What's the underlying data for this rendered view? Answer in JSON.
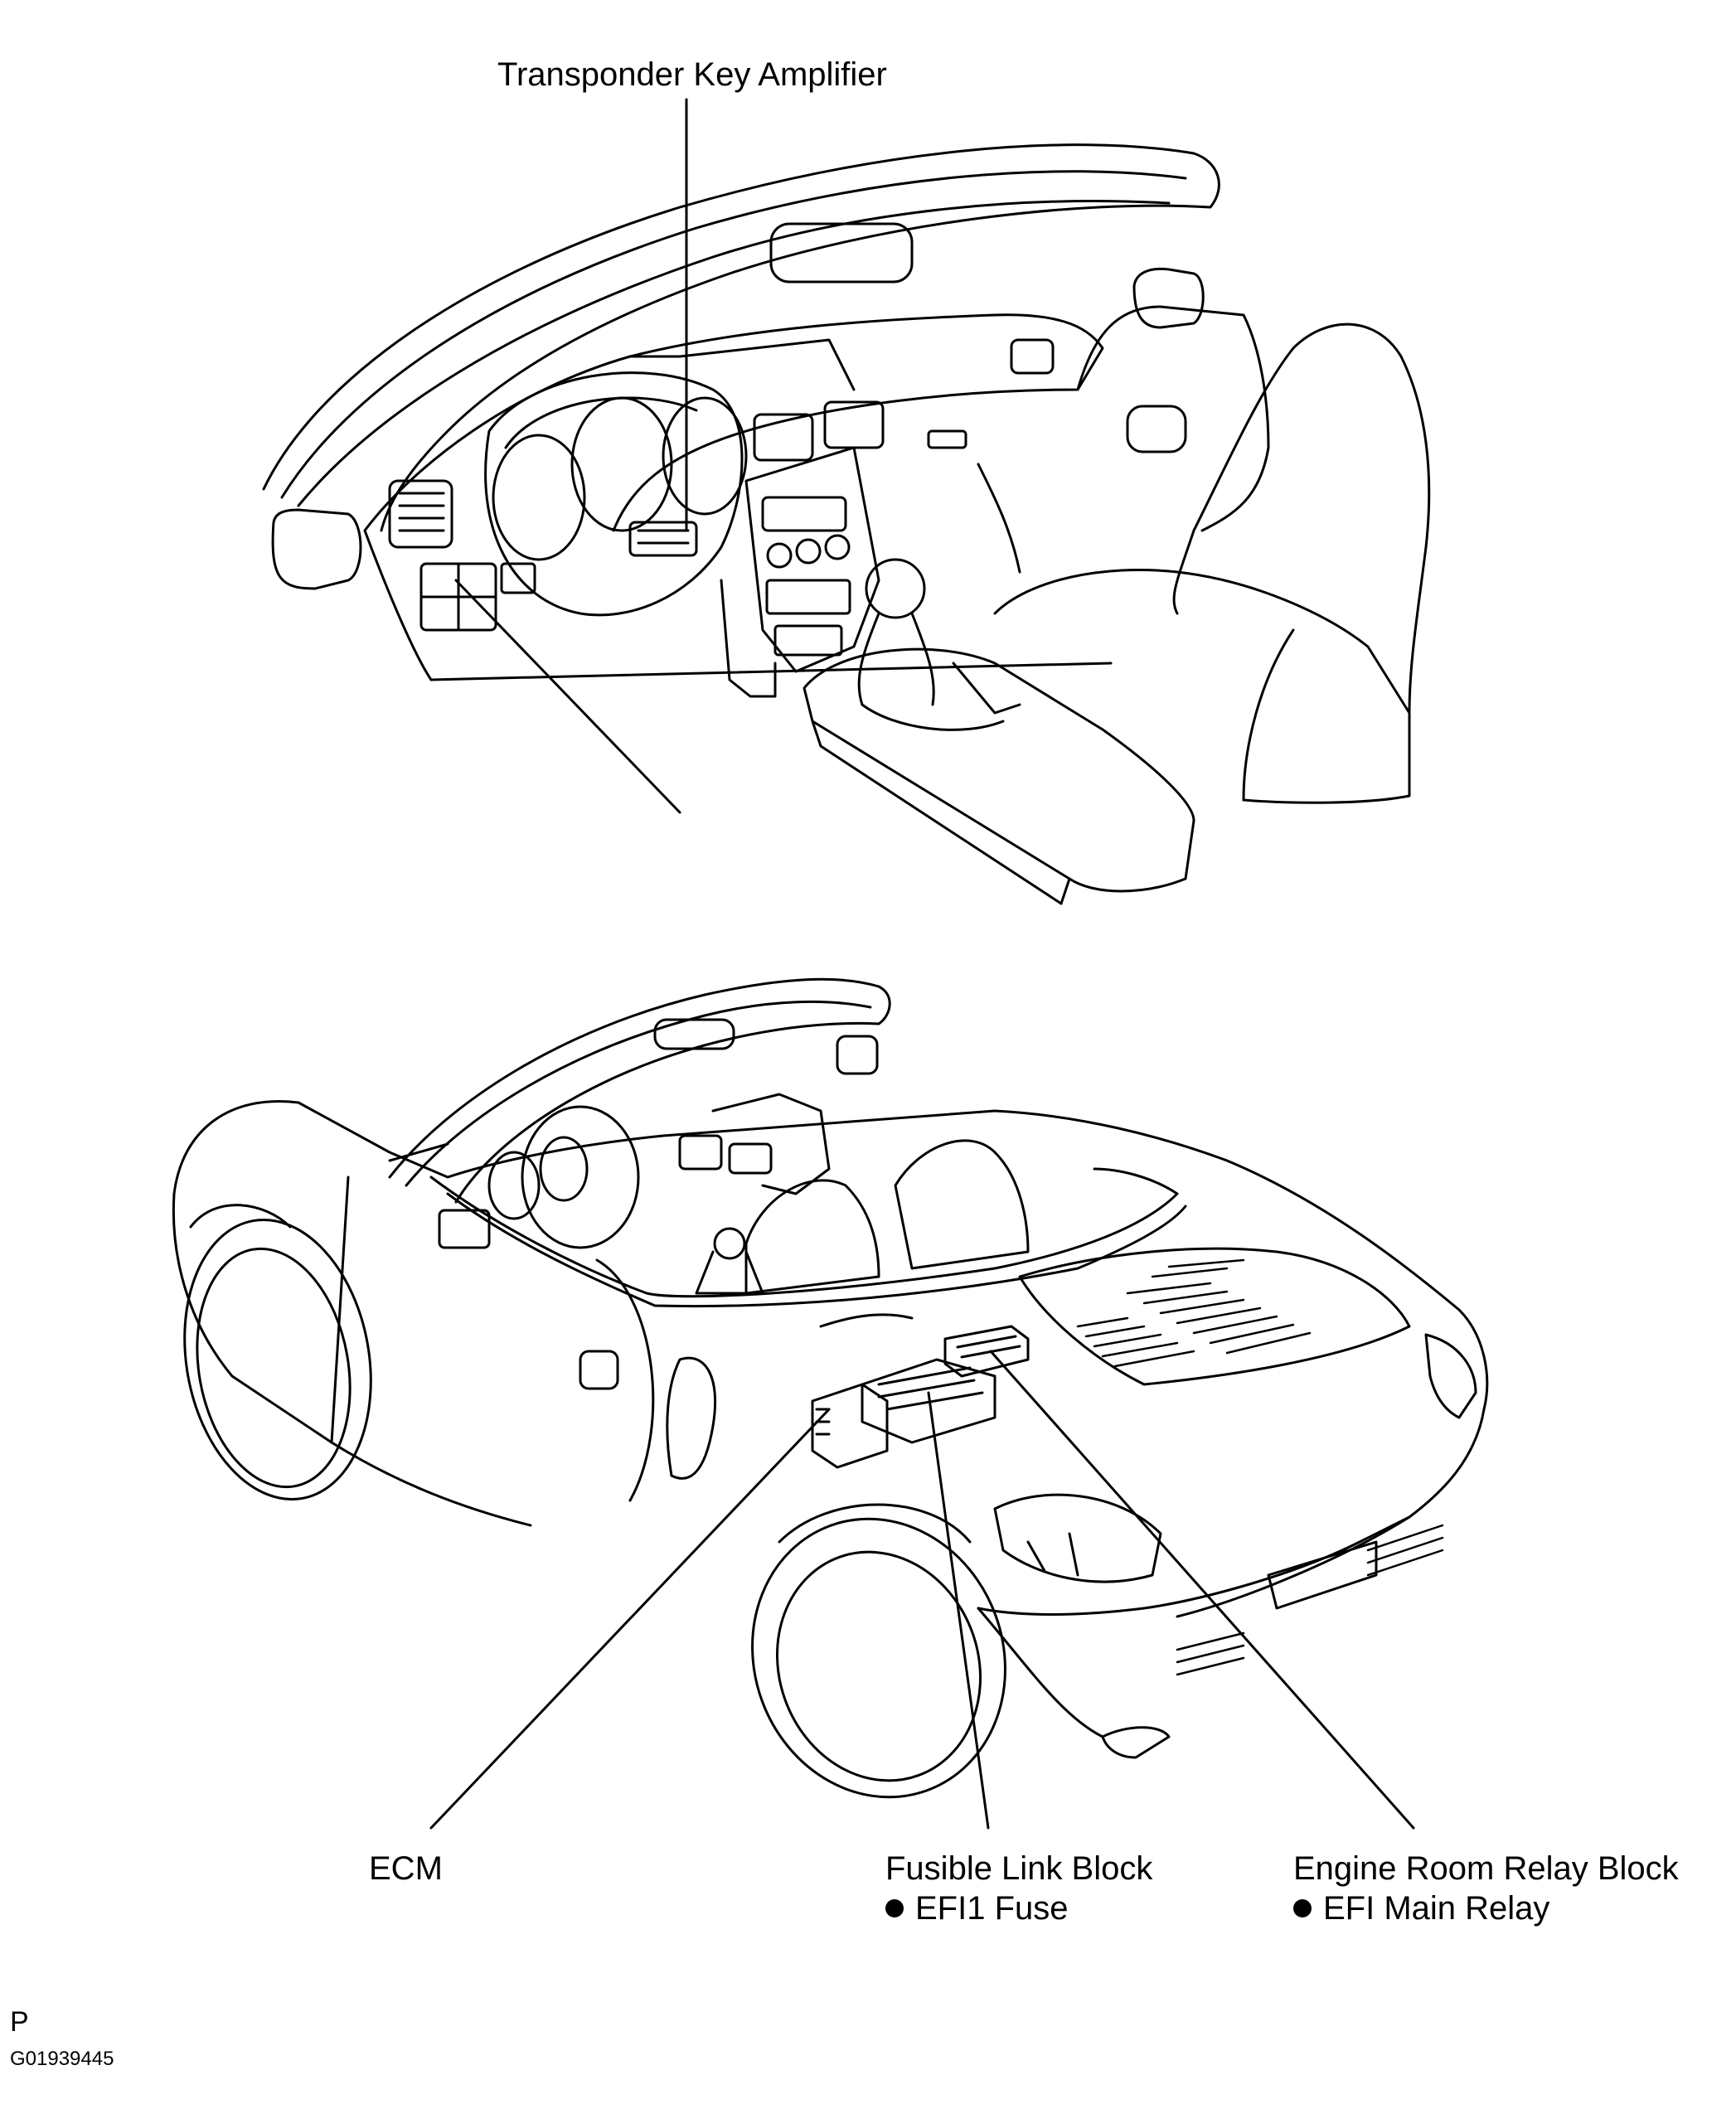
{
  "labels": {
    "transponder": "Transponder Key Amplifier",
    "ecm": "ECM",
    "fusible_title": "Fusible Link Block",
    "fusible_item": "EFI1 Fuse",
    "relay_title": "Engine Room Relay Block",
    "relay_item": "EFI Main Relay"
  },
  "footer": {
    "letter": "P",
    "code": "G01939445"
  }
}
